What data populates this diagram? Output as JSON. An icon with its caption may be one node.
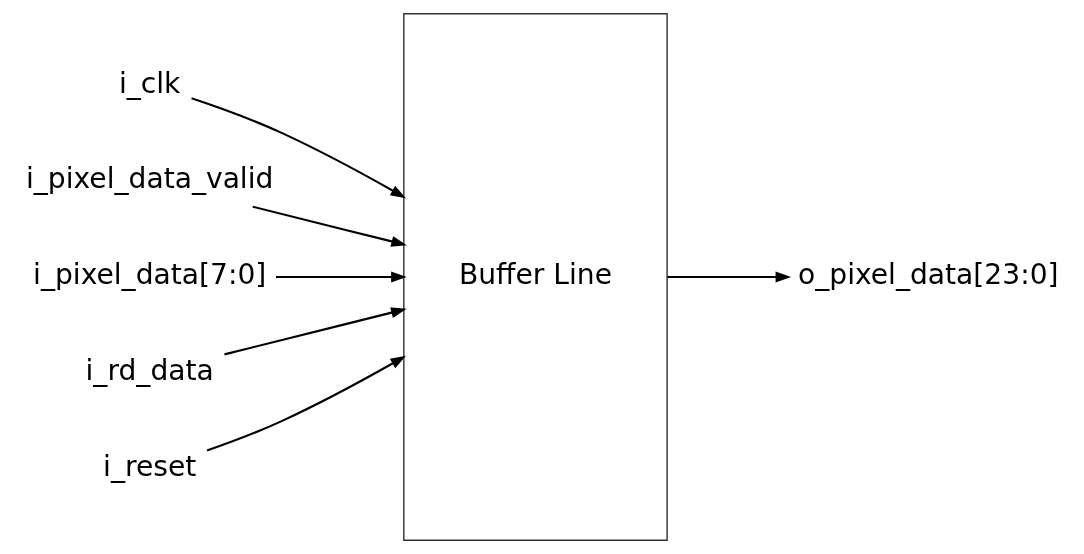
{
  "diagram": {
    "nodes": [
      {
        "text": [
          "i_clk"
        ]
      },
      {
        "text": [
          "i_pixel_data_valid"
        ]
      },
      {
        "text": [
          "i_pixel_data[7:0]"
        ]
      },
      {
        "text": [
          "i_rd_data"
        ]
      },
      {
        "text": [
          "i_reset"
        ]
      },
      {
        "text": [
          "Buffer Line"
        ]
      },
      {
        "text": [
          "o_pixel_data[23:0]"
        ]
      }
    ],
    "edges": [
      {
        "from": 0,
        "to": 5,
        "arrow": "to"
      },
      {
        "from": 1,
        "to": 5,
        "arrow": "to"
      },
      {
        "from": 2,
        "to": 5,
        "arrow": "to"
      },
      {
        "from": 3,
        "to": 5,
        "arrow": "to"
      },
      {
        "from": 4,
        "to": 5,
        "arrow": "to"
      },
      {
        "from": 5,
        "to": 6,
        "arrow": "to"
      }
    ]
  }
}
